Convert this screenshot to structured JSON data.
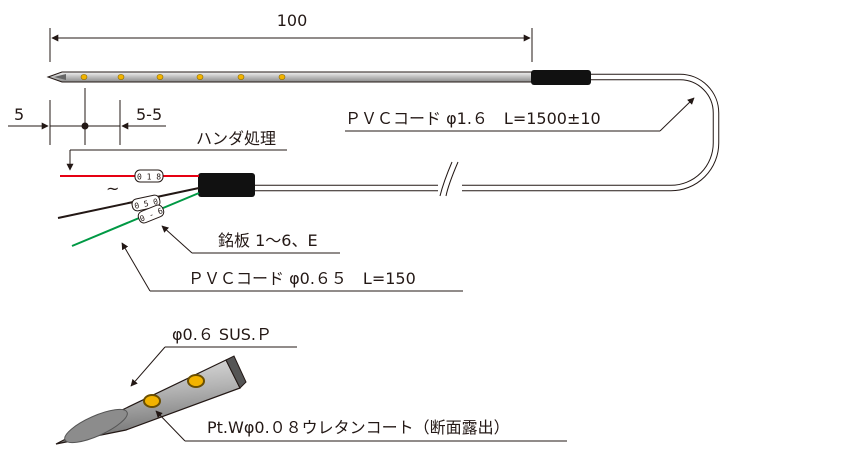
{
  "dimensions": {
    "length": "100",
    "tip_left": "5",
    "tip_right": "5-5"
  },
  "labels": {
    "cord_main": "ＰＶＣコード φ1.６　L=1500±10",
    "solder": "ハンダ処理",
    "tilde": "~",
    "nameplate": "銘板 1～6、E",
    "cord_lead": "ＰＶＣコード φ0.６５　L=150",
    "tube": "φ0.６ SUS.Ｐ",
    "wire": "Pt.Wφ0.０８ウレタンコート（断面露出）"
  },
  "tag_text": {
    "red": "0 1 8",
    "black": "0 5 0",
    "green": "0 - 6"
  },
  "colors": {
    "lead_red": "#e60012",
    "lead_green": "#009944",
    "lead_black": "#231815",
    "sensor_dot": "#f2b300",
    "connector": "#111111"
  }
}
